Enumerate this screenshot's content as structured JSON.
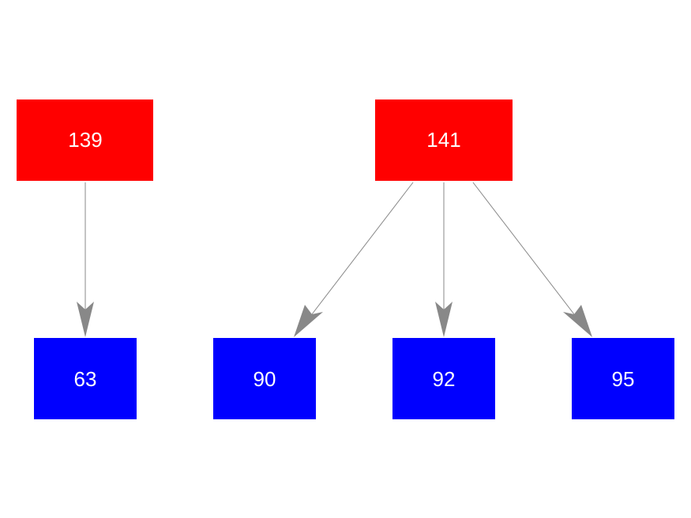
{
  "colors": {
    "parent_node": "#ff0000",
    "child_node": "#0000ff",
    "edge": "#888888",
    "label": "#ffffff",
    "background": "#ffffff"
  },
  "nodes": {
    "n139": {
      "label": "139",
      "role": "parent"
    },
    "n141": {
      "label": "141",
      "role": "parent"
    },
    "n63": {
      "label": "63",
      "role": "child"
    },
    "n90": {
      "label": "90",
      "role": "child"
    },
    "n92": {
      "label": "92",
      "role": "child"
    },
    "n95": {
      "label": "95",
      "role": "child"
    }
  },
  "edges": [
    {
      "from": "139",
      "to": "63"
    },
    {
      "from": "141",
      "to": "90"
    },
    {
      "from": "141",
      "to": "92"
    },
    {
      "from": "141",
      "to": "95"
    }
  ]
}
